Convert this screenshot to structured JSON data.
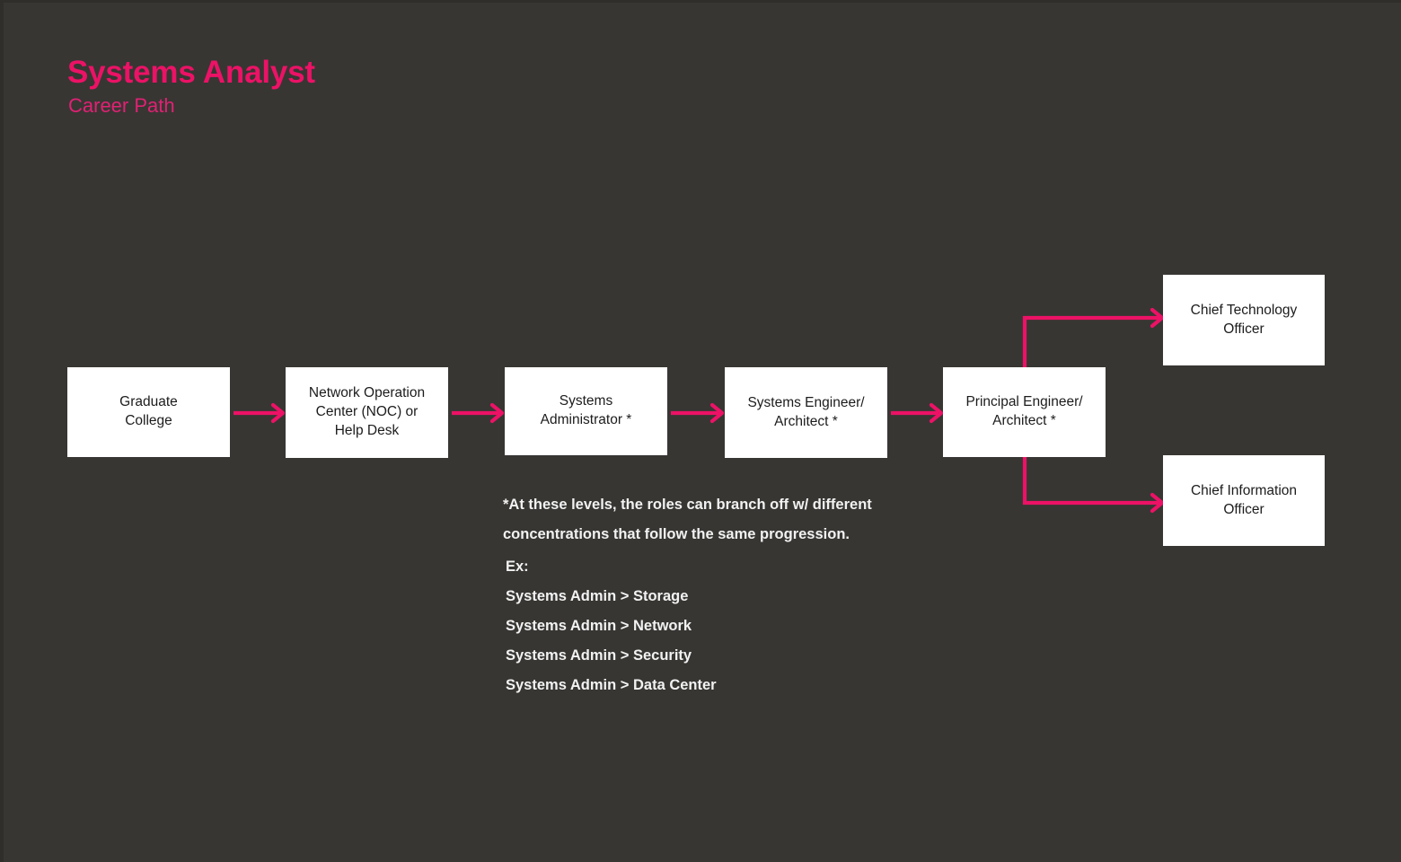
{
  "header": {
    "title": "Systems Analyst",
    "subtitle": "Career Path"
  },
  "colors": {
    "background": "#373633",
    "accent_pink": "#ec1266",
    "node_fill": "#ffffff",
    "node_text": "#1c1c1c",
    "body_text": "#f2f2f2"
  },
  "flow": {
    "nodes": [
      {
        "id": "graduate-college",
        "line1": "Graduate",
        "line2": "College"
      },
      {
        "id": "noc-help-desk",
        "line1": "Network Operation",
        "line2": "Center (NOC) or",
        "line3": "Help Desk"
      },
      {
        "id": "systems-administrator",
        "line1": "Systems",
        "line2": "Administrator *"
      },
      {
        "id": "systems-engineer",
        "line1": "Systems Engineer/",
        "line2": "Architect *"
      },
      {
        "id": "principal-engineer",
        "line1": "Principal Engineer/",
        "line2": "Architect *"
      },
      {
        "id": "chief-technology-officer",
        "line1": "Chief Technology",
        "line2": "Officer"
      },
      {
        "id": "chief-information-officer",
        "line1": "Chief Information",
        "line2": "Officer"
      }
    ]
  },
  "footnote": {
    "note": "*At these levels, the roles can branch off w/ different concentrations that follow the same progression.",
    "ex_label": "Ex:",
    "examples": [
      "Systems Admin > Storage",
      "Systems Admin > Network",
      "Systems Admin > Security",
      "Systems Admin > Data Center"
    ]
  }
}
